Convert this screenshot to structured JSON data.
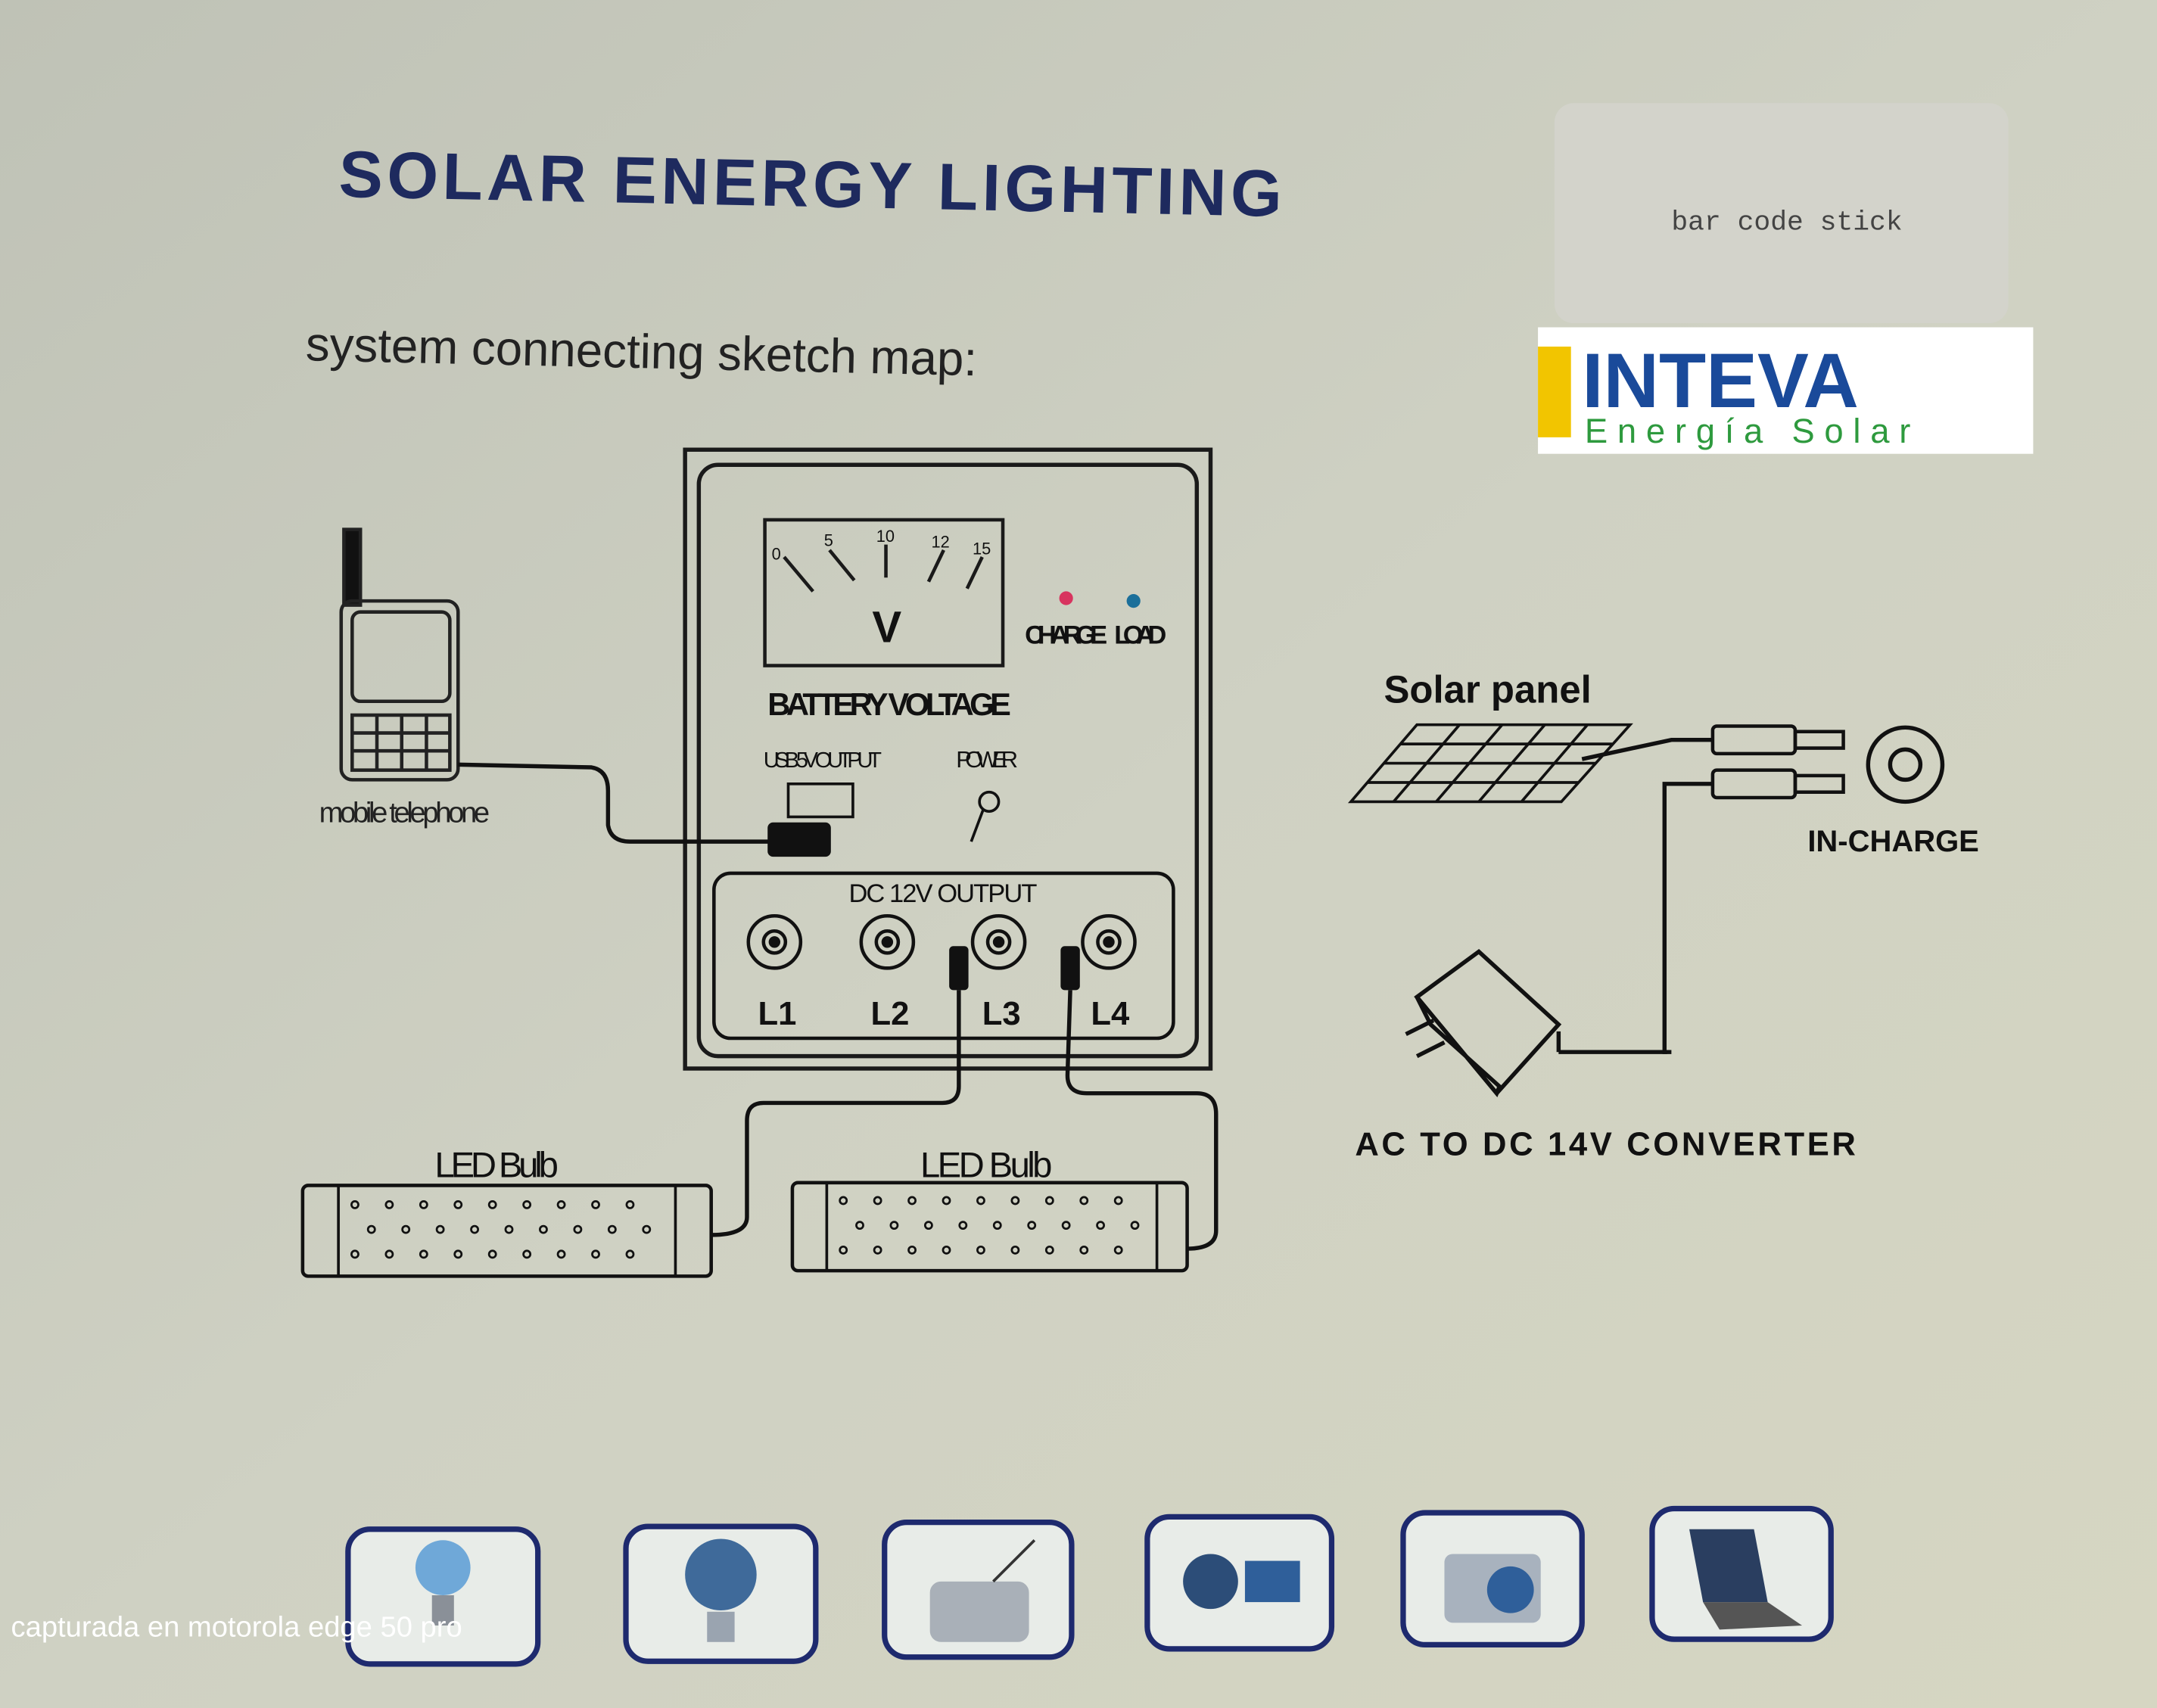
{
  "title": "SOLAR ENERGY LIGHTING",
  "subtitle": "system connecting sketch map:",
  "barcode_label": "bar code stick",
  "logo": {
    "name": "INTEVA",
    "tagline": "Energía Solar",
    "colors": {
      "name": "#1a4a9a",
      "tagline": "#2e9a3e",
      "sun": "#f2c500"
    }
  },
  "controller": {
    "meter_ticks": [
      "0",
      "5",
      "10",
      "12",
      "15"
    ],
    "meter_unit": "V",
    "indicators": [
      {
        "label": "CHARGE",
        "color": "#d8345f"
      },
      {
        "label": "LOAD",
        "color": "#1b6f9a"
      }
    ],
    "battery_voltage_label": "BATTERY  VOLTAGE",
    "usb_label": "USB 5V OUTPUT",
    "power_label": "POWER",
    "dc_output_label": "DC 12V OUTPUT",
    "outputs": [
      "L1",
      "L2",
      "L3",
      "L4"
    ]
  },
  "devices": {
    "phone_label": "mobile telephone",
    "bulb1_label": "LED Bulb",
    "bulb2_label": "LED Bulb",
    "solar_panel_label": "Solar panel",
    "in_charge_label": "IN-CHARGE",
    "converter_label": "AC TO DC 14V CONVERTER"
  },
  "bottom_icons": [
    "light-bulb",
    "fan",
    "radio",
    "video-camera",
    "camera",
    "laptop"
  ],
  "watermark": "capturada en motorola edge 50 pro"
}
